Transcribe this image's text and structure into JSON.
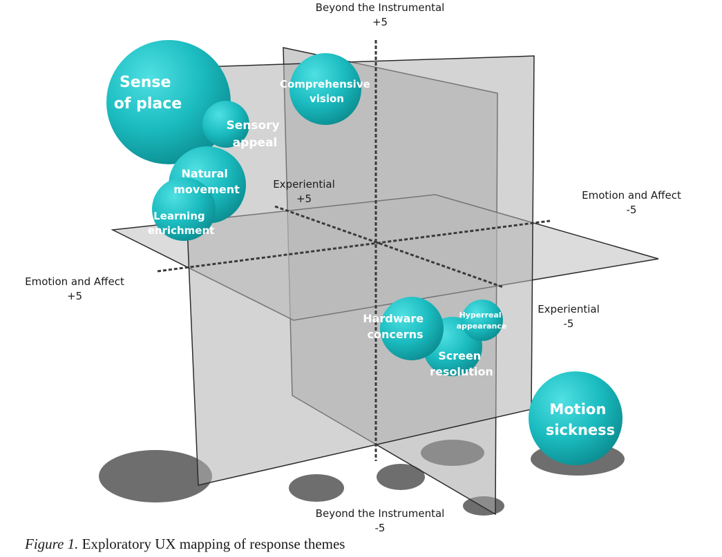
{
  "axes": {
    "top": {
      "name": "Beyond the Instrumental",
      "value": "+5"
    },
    "bottom": {
      "name": "Beyond the Instrumental",
      "value": "-5"
    },
    "left": {
      "name": "Emotion and Affect",
      "value": "+5"
    },
    "right": {
      "name": "Emotion and Affect",
      "value": "-5"
    },
    "back": {
      "name": "Experiential",
      "value": "+5"
    },
    "front": {
      "name": "Experiential",
      "value": "-5"
    }
  },
  "themes": [
    {
      "id": "sense-of-place",
      "lines": [
        "Sense",
        "of place"
      ]
    },
    {
      "id": "comprehensive-vision",
      "lines": [
        "Comprehensive",
        "vision"
      ]
    },
    {
      "id": "sensory-appeal",
      "lines": [
        "Sensory",
        "appeal"
      ]
    },
    {
      "id": "natural-movement",
      "lines": [
        "Natural",
        "movement"
      ]
    },
    {
      "id": "learning-enrichment",
      "lines": [
        "Learning",
        "enrichment"
      ]
    },
    {
      "id": "hardware-concerns",
      "lines": [
        "Hardware",
        "concerns"
      ]
    },
    {
      "id": "hyperreal-appearance",
      "lines": [
        "Hyperreal",
        "appearance"
      ]
    },
    {
      "id": "screen-resolution",
      "lines": [
        "Screen",
        "resolution"
      ]
    },
    {
      "id": "motion-sickness",
      "lines": [
        "Motion",
        "sickness"
      ]
    }
  ],
  "caption": {
    "figure_label": "Figure 1.",
    "text": " Exploratory UX mapping of response themes"
  },
  "colors": {
    "bubble": "#1fbfc3",
    "bubble_dark": "#0f9fa3",
    "plane": "#b8b8b8",
    "shadow": "#6e6e6e"
  }
}
